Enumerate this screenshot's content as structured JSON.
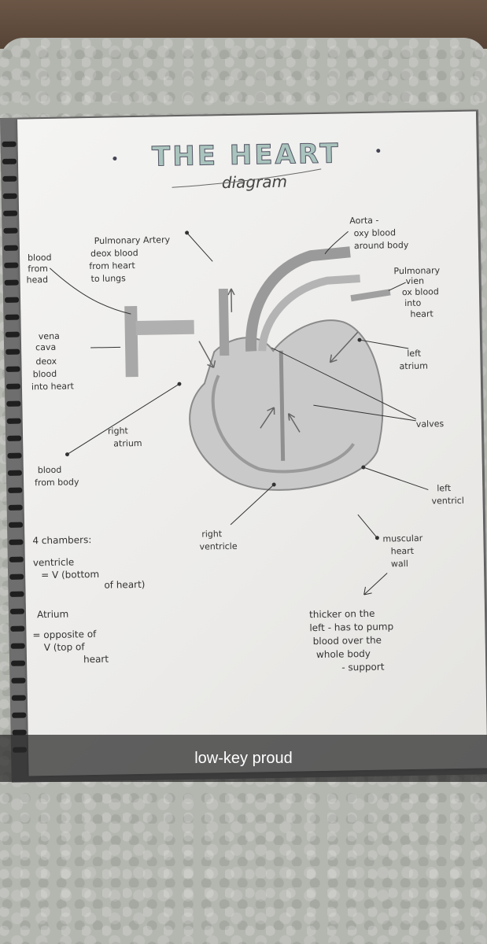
{
  "page": {
    "title": "THE HEART",
    "subtitle": "diagram"
  },
  "labels": {
    "pulmonary_artery": [
      "Pulmonary Artery",
      "deox blood",
      "from heart",
      "to lungs"
    ],
    "blood_from_head": [
      "blood",
      "from",
      "head"
    ],
    "aorta": [
      "Aorta -",
      "oxy blood",
      "around body"
    ],
    "pulmonary_vein": [
      "Pulmonary",
      "vien",
      "ox blood",
      "into",
      "heart"
    ],
    "vena_cava": [
      "vena",
      "cava",
      "deox",
      "blood",
      "into heart"
    ],
    "left_atrium": [
      "left",
      "atrium"
    ],
    "right_atrium": [
      "right",
      "atrium"
    ],
    "valves": "valves",
    "blood_from_body": [
      "blood",
      "from body"
    ],
    "left_ventricle": [
      "left",
      "ventricl"
    ],
    "right_ventricle": [
      "right",
      "ventricle"
    ],
    "muscular_wall": [
      "muscular",
      "heart",
      "wall"
    ]
  },
  "notes": {
    "chambers": [
      "4 chambers:",
      "ventricle",
      "= V (bottom",
      "of heart)",
      "Atrium",
      "= opposite of",
      "V (top of",
      "heart"
    ],
    "thicker": [
      "thicker on the",
      "left - has to pump",
      "blood over the",
      "whole body",
      "- support"
    ]
  },
  "caption": "low-key proud",
  "colors": {
    "title_fill": "#a9c4bd",
    "caption_bg": "#282828"
  }
}
